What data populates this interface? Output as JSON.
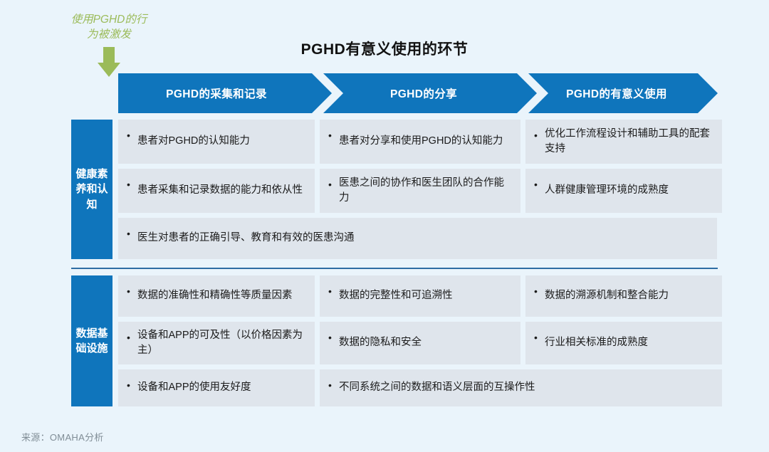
{
  "annotation": {
    "text": "使用PGHD的行\n为被激发",
    "color": "#9bbb59"
  },
  "title": "PGHD有意义使用的环节",
  "theme": {
    "background": "#eaf4fb",
    "blue": "#0f75bc",
    "cell_bg": "#dfe5ec",
    "divider": "#2e6da4",
    "footer_text": "#808d96"
  },
  "header": {
    "stages": [
      {
        "label": "PGHD的采集和记录"
      },
      {
        "label": "PGHD的分享"
      },
      {
        "label": "PGHD的有意义使用"
      }
    ]
  },
  "bullet": "•",
  "sections": [
    {
      "label": "健康素养和认知",
      "rows": [
        {
          "cells": [
            {
              "text": "患者对PGHD的认知能力",
              "span": 1
            },
            {
              "text": "患者对分享和使用PGHD的认知能力",
              "span": 1
            },
            {
              "text": "优化工作流程设计和辅助工具的配套支持",
              "span": 1
            }
          ]
        },
        {
          "cells": [
            {
              "text": "患者采集和记录数据的能力和依从性",
              "span": 1
            },
            {
              "text": "医患之间的协作和医生团队的合作能力",
              "span": 1
            },
            {
              "text": "人群健康管理环境的成熟度",
              "span": 1
            }
          ]
        },
        {
          "cells": [
            {
              "text": "医生对患者的正确引导、教育和有效的医患沟通",
              "span": 3
            }
          ]
        }
      ]
    },
    {
      "label": "数据基础设施",
      "rows": [
        {
          "cells": [
            {
              "text": "数据的准确性和精确性等质量因素",
              "span": 1
            },
            {
              "text": "数据的完整性和可追溯性",
              "span": 1
            },
            {
              "text": "数据的溯源机制和整合能力",
              "span": 1
            }
          ]
        },
        {
          "cells": [
            {
              "text": "设备和APP的可及性（以价格因素为主）",
              "span": 1
            },
            {
              "text": "数据的隐私和安全",
              "span": 1
            },
            {
              "text": "行业相关标准的成熟度",
              "span": 1
            }
          ]
        },
        {
          "cells": [
            {
              "text": "设备和APP的使用友好度",
              "span": 1
            },
            {
              "text": "不同系统之间的数据和语义层面的互操作性",
              "span": 2
            }
          ]
        }
      ]
    }
  ],
  "footer": "来源：OMAHA分析"
}
